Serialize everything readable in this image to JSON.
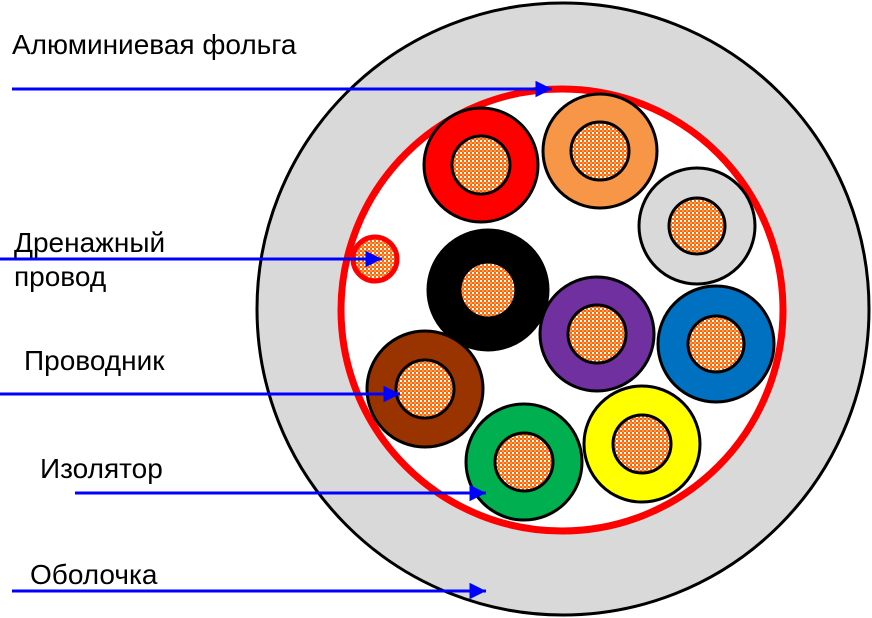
{
  "title": "Cable cross-section",
  "labels": {
    "foil": "Алюминиевая фольга",
    "drain_line1": "Дренажный",
    "drain_line2": "провод",
    "conductor": "Проводник",
    "insulator": "Изолятор",
    "jacket": "Оболочка"
  },
  "colors": {
    "jacket": "#D9D9D9",
    "foil": "#FF0000",
    "arrow": "#0000FF",
    "outline": "#000000",
    "conductor_copper": "#FF6600",
    "conductor_dots": "#FFFFFF",
    "core_fill": "#FFFFFF"
  },
  "wires": [
    {
      "name": "red",
      "color": "#FF0000"
    },
    {
      "name": "orange",
      "color": "#F79646"
    },
    {
      "name": "gray",
      "color": "#D9D9D9"
    },
    {
      "name": "black",
      "color": "#000000"
    },
    {
      "name": "purple",
      "color": "#7030A0"
    },
    {
      "name": "blue",
      "color": "#0070C0"
    },
    {
      "name": "brown",
      "color": "#993300"
    },
    {
      "name": "green",
      "color": "#00B050"
    },
    {
      "name": "yellow",
      "color": "#FFFF00"
    }
  ],
  "drain_wire": {
    "name": "drain",
    "color": "#FF0000"
  }
}
